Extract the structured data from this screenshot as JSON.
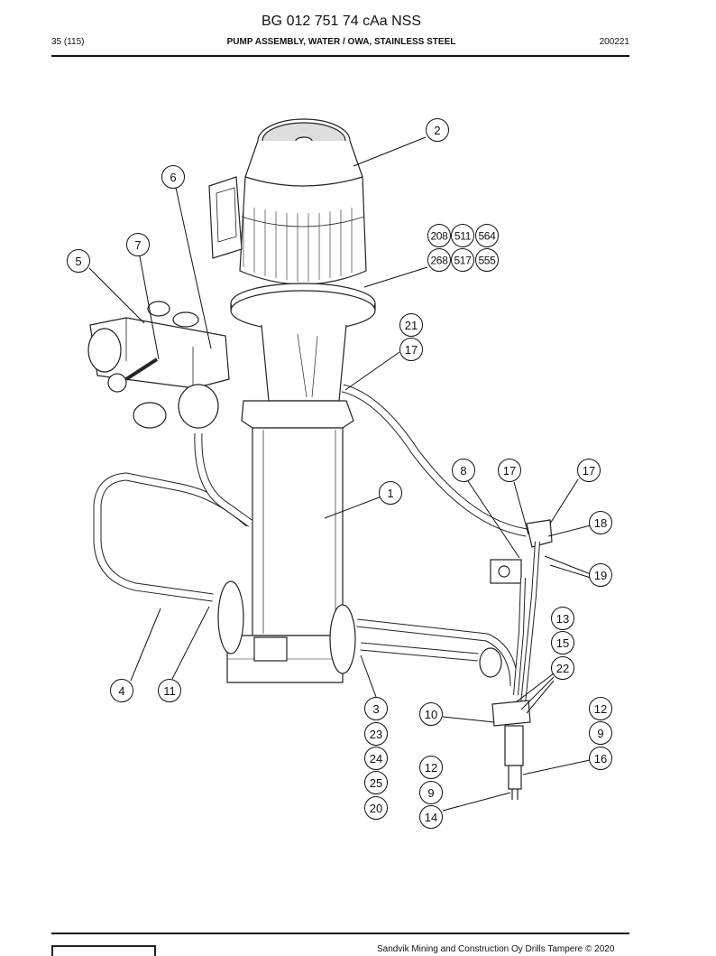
{
  "header": {
    "doc_number": "BG 012 751 74 cAa NSS",
    "page_info": "35 (115)",
    "section_title": "PUMP ASSEMBLY, WATER / OWA, STAINLESS STEEL",
    "date": "200221"
  },
  "footer": {
    "copyright": "Sandvik Mining and Construction Oy Drills Tampere © 2020"
  },
  "callouts": [
    {
      "label": "2"
    },
    {
      "label": "6"
    },
    {
      "label": "7"
    },
    {
      "label": "5"
    },
    {
      "label": "208"
    },
    {
      "label": "511"
    },
    {
      "label": "564"
    },
    {
      "label": "268"
    },
    {
      "label": "517"
    },
    {
      "label": "555"
    },
    {
      "label": "21"
    },
    {
      "label": "17"
    },
    {
      "label": "8"
    },
    {
      "label": "17"
    },
    {
      "label": "17"
    },
    {
      "label": "1"
    },
    {
      "label": "18"
    },
    {
      "label": "19"
    },
    {
      "label": "13"
    },
    {
      "label": "15"
    },
    {
      "label": "22"
    },
    {
      "label": "4"
    },
    {
      "label": "11"
    },
    {
      "label": "3"
    },
    {
      "label": "10"
    },
    {
      "label": "12"
    },
    {
      "label": "23"
    },
    {
      "label": "9"
    },
    {
      "label": "24"
    },
    {
      "label": "16"
    },
    {
      "label": "12"
    },
    {
      "label": "25"
    },
    {
      "label": "9"
    },
    {
      "label": "20"
    },
    {
      "label": "14"
    }
  ]
}
